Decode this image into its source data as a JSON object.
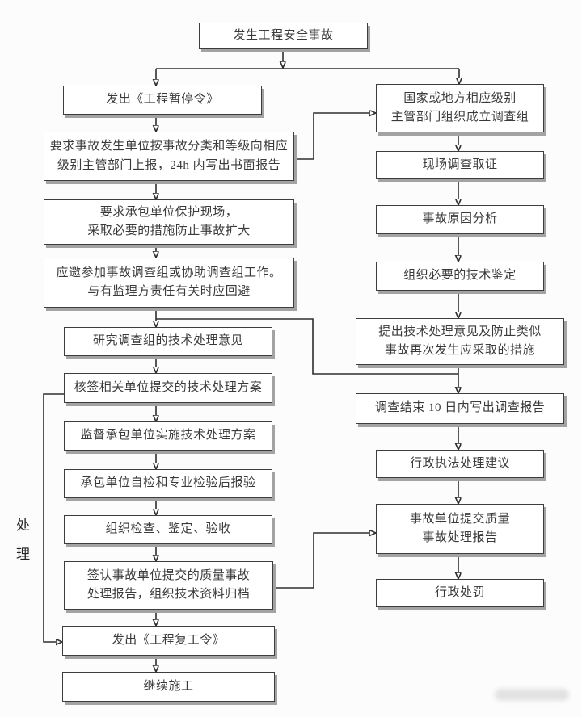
{
  "flowchart": {
    "side_label": "处\n理",
    "nodes": {
      "start": "发生工程安全事故",
      "issue_stop_order": "发出《工程暂停令》",
      "report_24h": "要求事故发生单位按事故分类和等级向相应\n级别主管部门上报，24h 内写出书面报告",
      "protect_site": "要求承包单位保护现场，\n采取必要的措施防止事故扩大",
      "join_investigation": "应邀参加事故调查组或协助调查组工作。\n与有监理方责任有关时应回避",
      "study_opinion": "研究调查组的技术处理意见",
      "countersign_plan": "核签相关单位提交的技术处理方案",
      "supervise_implement": "监督承包单位实施技术处理方案",
      "contractor_selfcheck": "承包单位自检和专业检验后报验",
      "organize_acceptance": "组织检查、鉴定、验收",
      "sign_report_archive": "签认事故单位提交的质量事故\n处理报告，组织技术资料归档",
      "issue_resume_order": "发出《工程复工令》",
      "continue_construction": "继续施工",
      "form_investigation_team": "国家或地方相应级别\n主管部门组织成立调查组",
      "site_evidence": "现场调查取证",
      "cause_analysis": "事故原因分析",
      "tech_appraisal": "组织必要的技术鉴定",
      "propose_measures": "提出技术处理意见及防止类似\n事故再次发生应采取的措施",
      "report_10_days": "调查结束 10 日内写出调查报告",
      "law_enforcement_advice": "行政执法处理建议",
      "submit_quality_report": "事故单位提交质量\n事故处理报告",
      "admin_penalty": "行政处罚"
    }
  }
}
